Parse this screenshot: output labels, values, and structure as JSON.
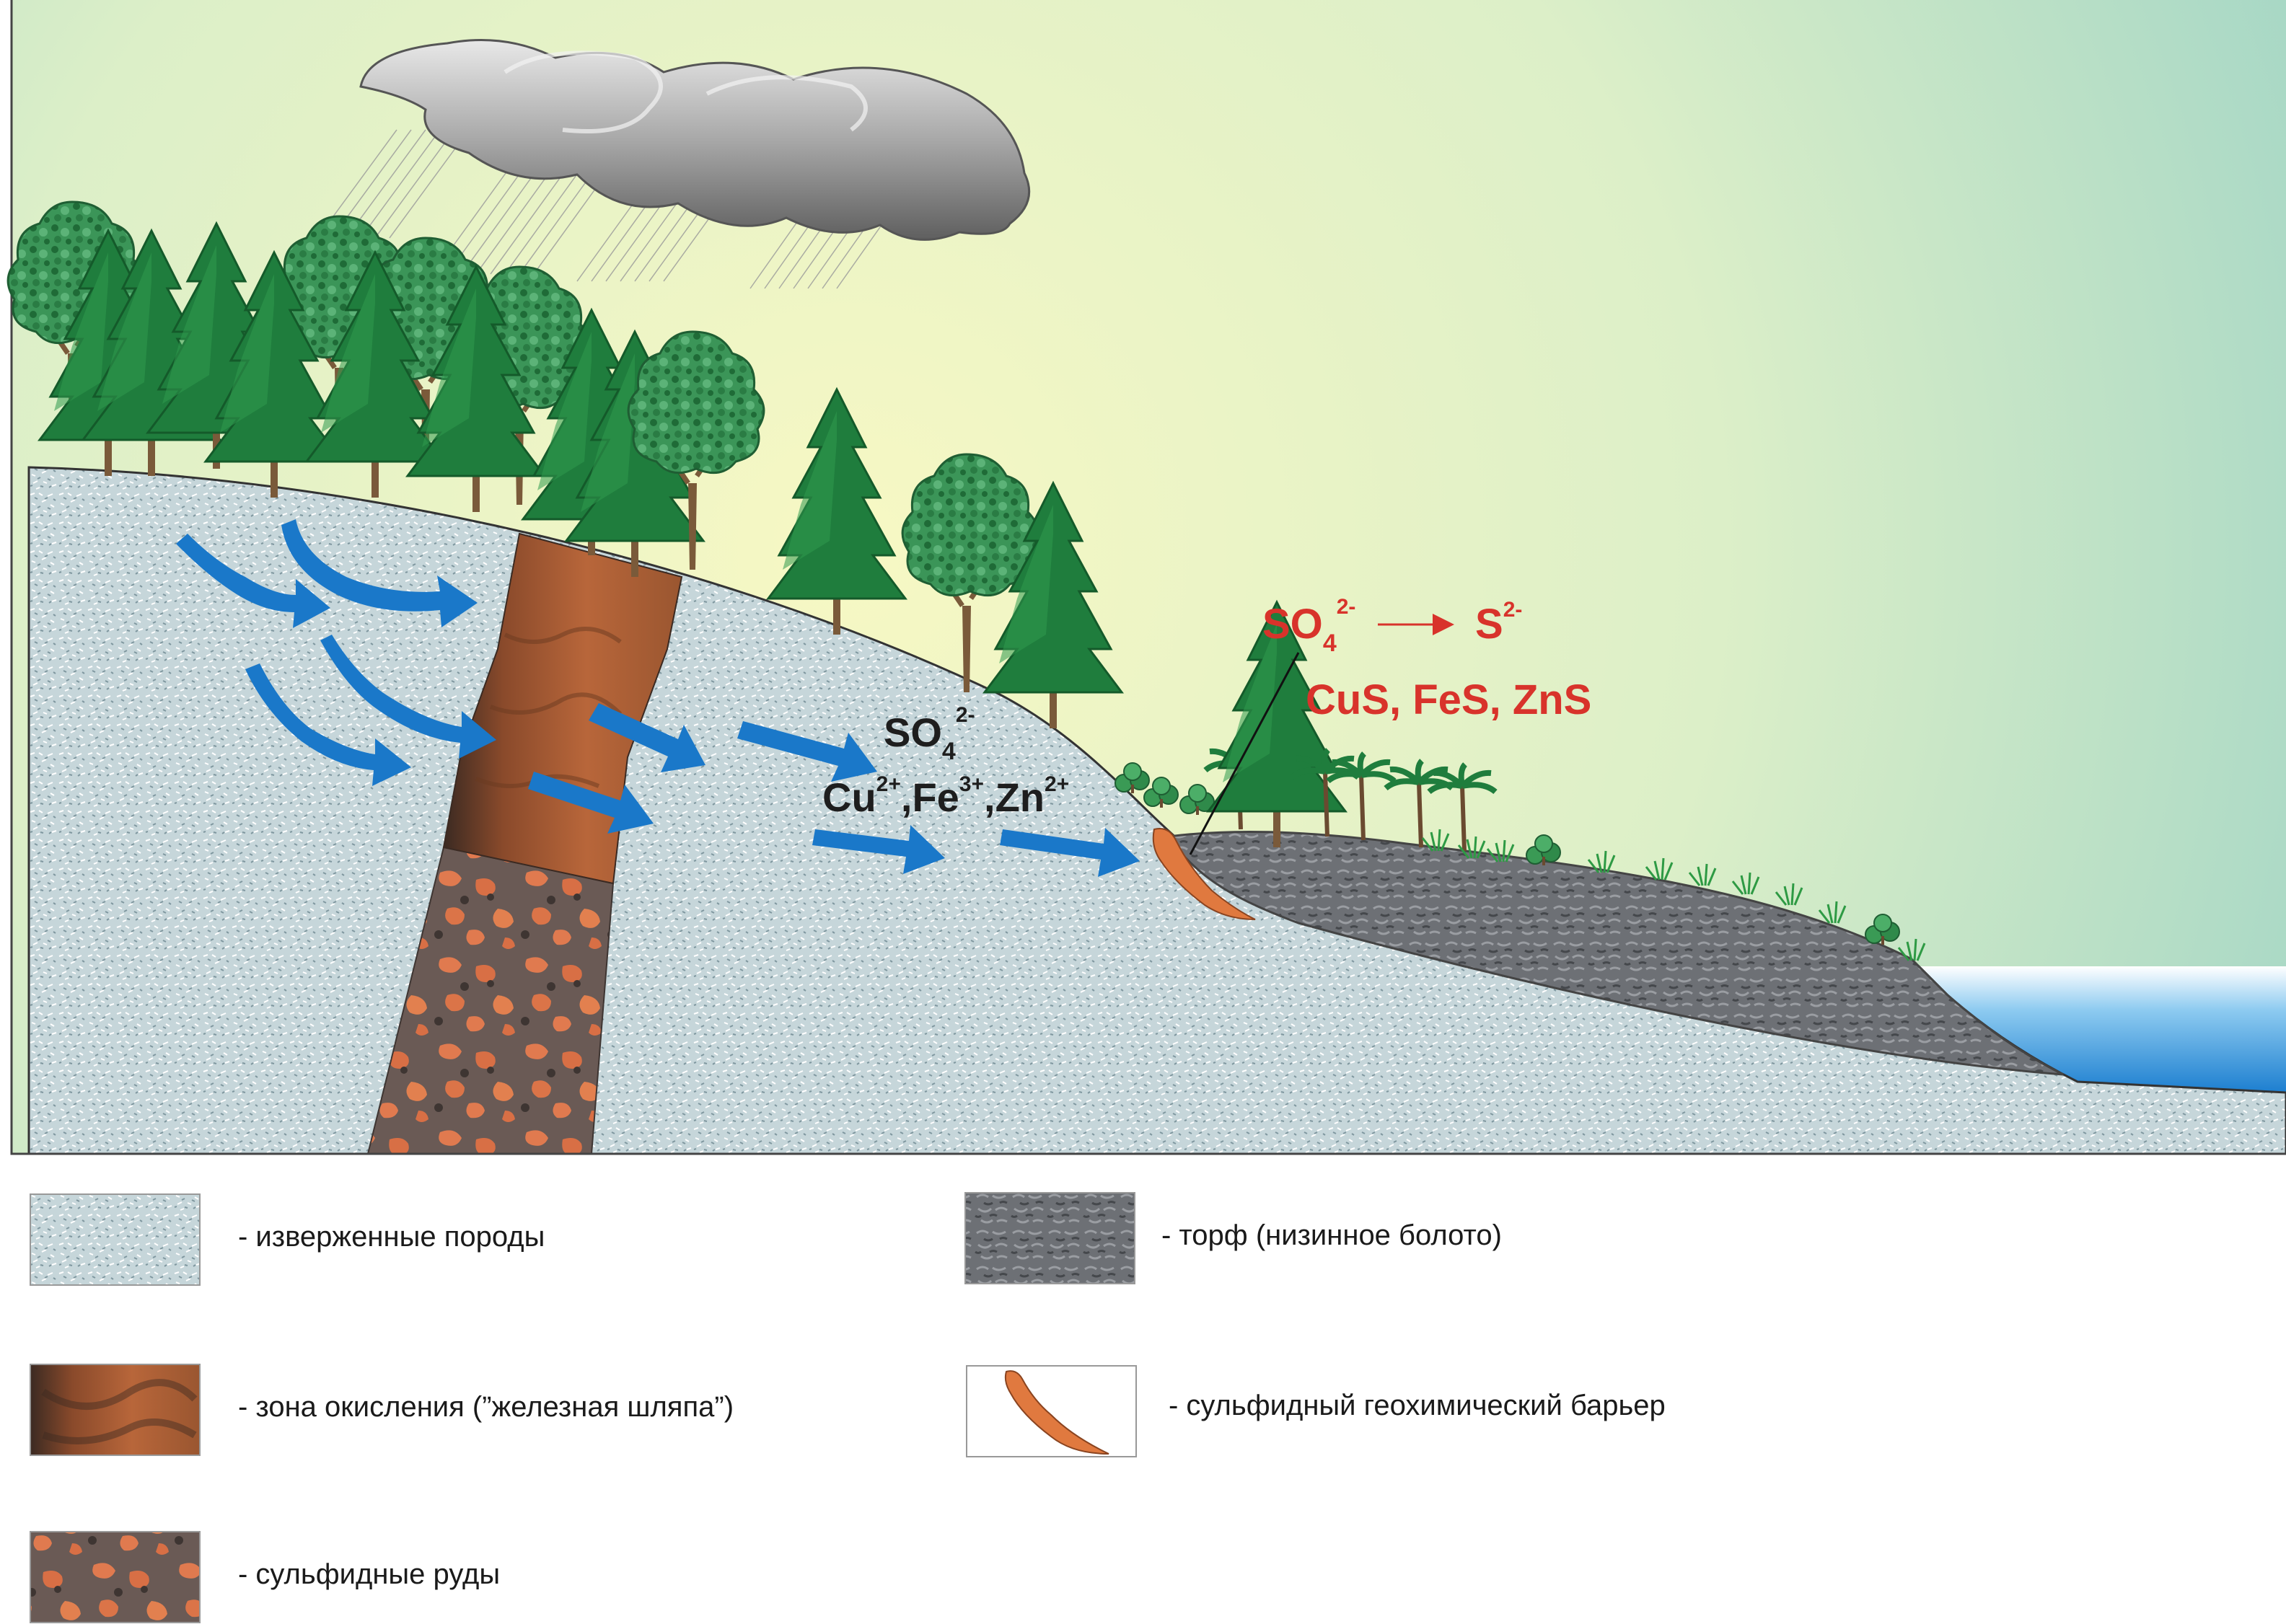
{
  "colors": {
    "sky_center": "#f3f6c8",
    "sky_edge": "#a7d8c6",
    "igneous": "#c3d4d8",
    "peat": "#6c6f74",
    "oxidation": "#a65a33",
    "ore": "#6b5a52",
    "ore_spots": "#e07a4f",
    "water": "#2f8fd3",
    "arrow": "#1a78c9",
    "tree_dark": "#1f7a3a",
    "tree_light": "#3a9a55",
    "cloud": "#8f8f8f",
    "red_label": "#d8332b"
  },
  "diagram": {
    "left_ions": {
      "anion_base": "SO",
      "anion_sub": "4",
      "anion_sup": "2-",
      "cu": "Cu",
      "cu_sup": "2+",
      "fe": "Fe",
      "fe_sup": "3+",
      "zn": "Zn",
      "zn_sup": "2+",
      "separator": ","
    },
    "reaction": {
      "reactant_base": "SO",
      "reactant_sub": "4",
      "reactant_sup": "2-",
      "product_base": "S",
      "product_sup": "2-",
      "sulfides": "CuS, FeS, ZnS"
    }
  },
  "legend": [
    {
      "icon": "igneous-swatch",
      "text": "- изверженные породы"
    },
    {
      "icon": "peat-swatch",
      "text": "- торф (низинное болото)"
    },
    {
      "icon": "oxidation-swatch",
      "text": "- зона окисления (”железная шляпа”)"
    },
    {
      "icon": "barrier-swatch",
      "text": "- сульфидный геохимический барьер"
    },
    {
      "icon": "ore-swatch",
      "text": "- сульфидные руды"
    }
  ]
}
